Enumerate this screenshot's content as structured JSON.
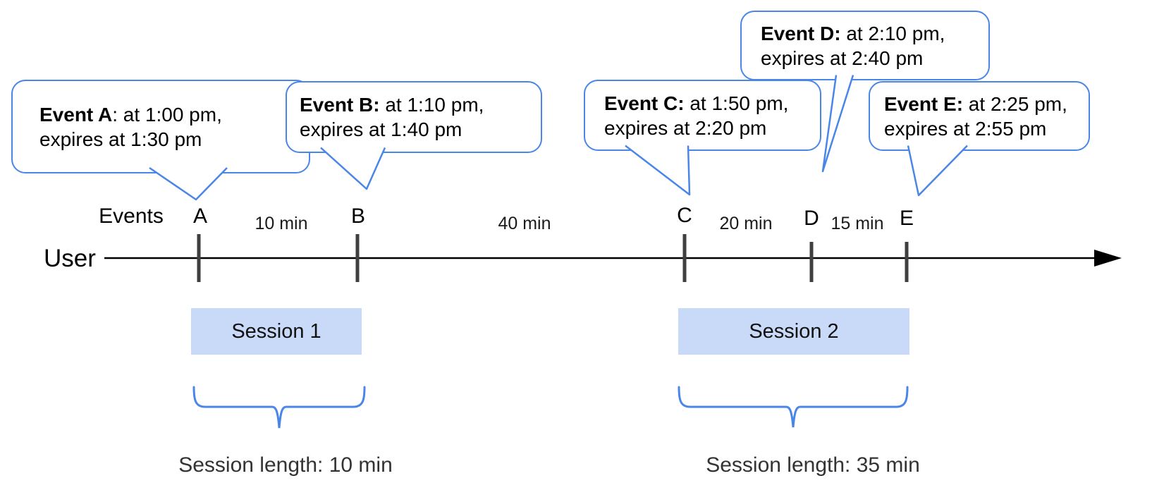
{
  "colors": {
    "accent_blue": "#4a86e8",
    "session_fill": "#c9daf8",
    "tick_gray": "#3f3f3f",
    "text_black": "#111111"
  },
  "timeline": {
    "axis_row_label": "Events",
    "actor_label": "User",
    "events": [
      {
        "label": "A"
      },
      {
        "label": "B"
      },
      {
        "label": "C"
      },
      {
        "label": "D"
      },
      {
        "label": "E"
      }
    ],
    "gaps": [
      {
        "label": "10 min"
      },
      {
        "label": "40 min"
      },
      {
        "label": "20 min"
      },
      {
        "label": "15 min"
      }
    ]
  },
  "callouts": {
    "A": {
      "bold": "Event A",
      "rest": ": at 1:00 pm,",
      "line2": "expires at 1:30 pm"
    },
    "B": {
      "bold": "Event B:",
      "rest": " at 1:10 pm,",
      "line2": "expires at 1:40 pm"
    },
    "C": {
      "bold": "Event C:",
      "rest": " at 1:50 pm,",
      "line2": "expires at 2:20 pm"
    },
    "D": {
      "bold": "Event D:",
      "rest": " at 2:10 pm,",
      "line2": "expires at 2:40 pm"
    },
    "E": {
      "bold": "Event E:",
      "rest": " at 2:25 pm,",
      "line2": "expires at 2:55 pm"
    }
  },
  "sessions": [
    {
      "label": "Session 1",
      "length_label": "Session length: 10 min"
    },
    {
      "label": "Session 2",
      "length_label": "Session length: 35 min"
    }
  ]
}
